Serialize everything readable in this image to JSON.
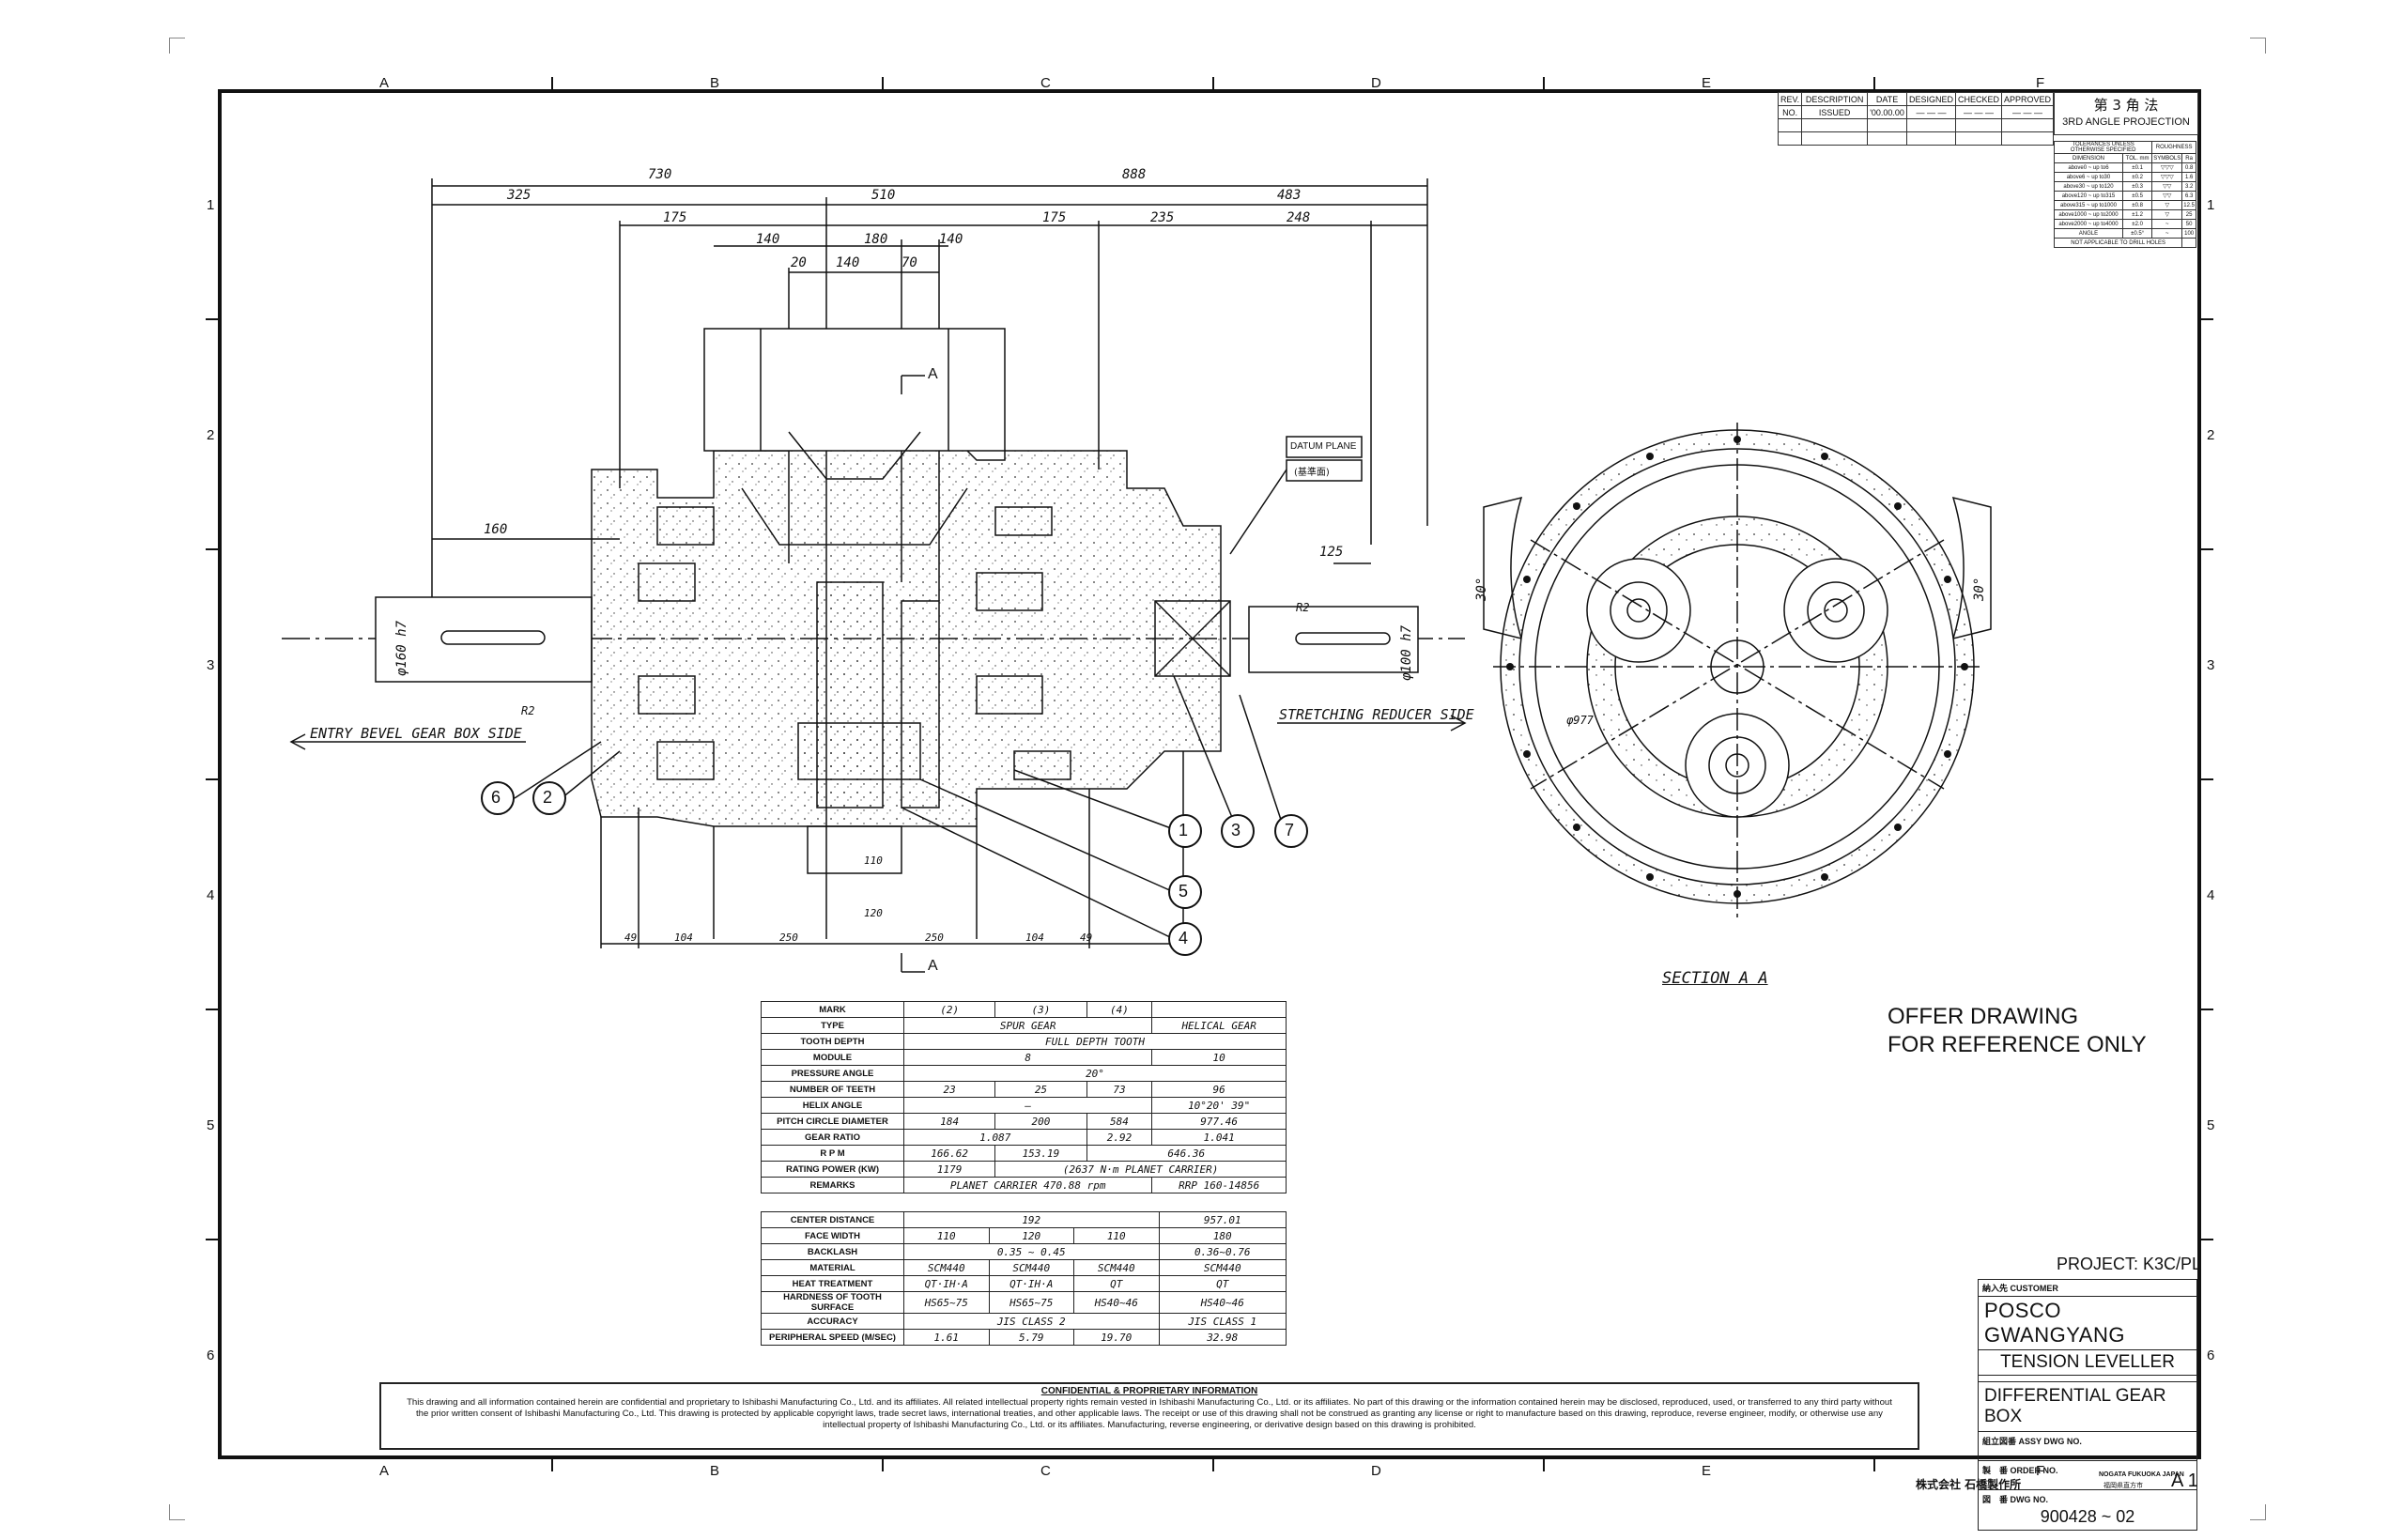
{
  "zones": {
    "cols": [
      "A",
      "B",
      "C",
      "D",
      "E",
      "F"
    ],
    "rows": [
      "1",
      "2",
      "3",
      "4",
      "5",
      "6"
    ]
  },
  "revision": {
    "headers": [
      "REV.",
      "DESCRIPTION",
      "DATE",
      "DESIGNED",
      "CHECKED",
      "APPROVED"
    ],
    "row": [
      "NO.",
      "ISSUED",
      "'00.00.00",
      "— — —",
      "— — —",
      "— — —"
    ]
  },
  "projection": {
    "kanji": "第 3 角 法",
    "label": "3RD ANGLE PROJECTION"
  },
  "tolerance": {
    "header_left": "TOLERANCES UNLESS OTHERWISE SPECIFIED",
    "header_right": "ROUGHNESS",
    "col_dim": "DIMENSION",
    "col_tol": "TOL. mm",
    "col_symbol": "SYMBOLS",
    "col_ra": "Ra",
    "rows": [
      [
        "above0 ~ up to6",
        "±0.1",
        "0.8"
      ],
      [
        "above6 ~ up to30",
        "±0.2",
        "1.6"
      ],
      [
        "above30 ~ up to120",
        "±0.3",
        "3.2"
      ],
      [
        "above120 ~ up to315",
        "±0.5",
        "6.3"
      ],
      [
        "above315 ~ up to1000",
        "±0.8",
        "12.5"
      ],
      [
        "above1000 ~ up to2000",
        "±1.2",
        "25"
      ],
      [
        "above2000 ~ up to4000",
        "±2.0",
        "50"
      ],
      [
        "ANGLE",
        "±0.5°",
        "100"
      ]
    ],
    "footer": "NOT APPLICABLE TO DRILL HOLES"
  },
  "drawing": {
    "section_label": "SECTION A A",
    "datum": "DATUM PLANE",
    "datum_sub": "(基準面)",
    "section_arrow": "A",
    "entry_side": "ENTRY BEVEL GEAR BOX SIDE",
    "stretch_side": "STRETCHING REDUCER SIDE",
    "dims": {
      "d730": "730",
      "d888": "888",
      "d325": "325",
      "d510": "510",
      "d483": "483",
      "d175a": "175",
      "d175b": "175",
      "d235": "235",
      "d248": "248",
      "d140a": "140",
      "d180": "180",
      "d140b": "140",
      "d20": "20",
      "d140c": "140",
      "d70": "70",
      "d160": "160",
      "d125": "125",
      "d49a": "49",
      "d104a": "104",
      "d250a": "250",
      "d250b": "250",
      "d104b": "104",
      "d49b": "49",
      "d120": "120",
      "d110": "110",
      "phi160": "φ160 h7",
      "phi100": "φ100 h7",
      "r2a": "R2",
      "r2b": "R2",
      "ang30a": "30°",
      "ang30b": "30°",
      "phi977": "φ977"
    },
    "bubbles": [
      "6",
      "2",
      "1",
      "3",
      "7",
      "5",
      "4"
    ]
  },
  "gear_table": {
    "marks": [
      "MARK",
      "(2)",
      "(3)",
      "(4)",
      ""
    ],
    "rows": [
      {
        "label": "TYPE",
        "vals": [
          "SPUR GEAR",
          "HELICAL GEAR"
        ]
      },
      {
        "label": "TOOTH DEPTH",
        "vals": [
          "FULL DEPTH TOOTH"
        ]
      },
      {
        "label": "MODULE",
        "vals": [
          "8",
          "10"
        ]
      },
      {
        "label": "PRESSURE ANGLE",
        "vals": [
          "20°"
        ]
      },
      {
        "label": "NUMBER OF TEETH",
        "vals": [
          "23",
          "25",
          "73",
          "96"
        ]
      },
      {
        "label": "HELIX ANGLE",
        "vals": [
          "—",
          "10°20' 39\""
        ]
      },
      {
        "label": "PITCH CIRCLE DIAMETER",
        "vals": [
          "184",
          "200",
          "584",
          "977.46"
        ]
      },
      {
        "label": "GEAR RATIO",
        "vals": [
          "1.087",
          "2.92",
          "1.041"
        ]
      },
      {
        "label": "R P M",
        "vals": [
          "166.62",
          "153.19",
          "646.36"
        ]
      },
      {
        "label": "RATING POWER (KW)",
        "vals": [
          "1179",
          "(2637 N·m PLANET CARRIER)"
        ]
      },
      {
        "label": "REMARKS",
        "vals": [
          "PLANET CARRIER 470.88 rpm",
          "RRP 160-14856"
        ]
      }
    ],
    "rows2": [
      {
        "label": "CENTER DISTANCE",
        "vals": [
          "192",
          "957.01"
        ]
      },
      {
        "label": "FACE WIDTH",
        "vals": [
          "110",
          "120",
          "110",
          "180"
        ]
      },
      {
        "label": "BACKLASH",
        "vals": [
          "0.35 ~ 0.45",
          "0.36~0.76"
        ]
      },
      {
        "label": "MATERIAL",
        "vals": [
          "SCM440",
          "SCM440",
          "SCM440",
          "SCM440"
        ]
      },
      {
        "label": "HEAT TREATMENT",
        "vals": [
          "QT·IH·A",
          "QT·IH·A",
          "QT",
          "QT"
        ]
      },
      {
        "label": "HARDNESS OF TOOTH SURFACE",
        "vals": [
          "HS65~75",
          "HS65~75",
          "HS40~46",
          "HS40~46"
        ]
      },
      {
        "label": "ACCURACY",
        "vals": [
          "JIS CLASS 2",
          "JIS CLASS 1"
        ]
      },
      {
        "label": "PERIPHERAL SPEED (M/SEC)",
        "vals": [
          "1.61",
          "5.79",
          "19.70",
          "32.98"
        ]
      }
    ]
  },
  "offer": {
    "line1": "OFFER DRAWING",
    "line2": "FOR REFERENCE ONLY"
  },
  "title_block": {
    "project": "PROJECT: K3C/PL",
    "customer_label": "納入先 CUSTOMER",
    "customer": "POSCO GWANGYANG",
    "equipment": "TENSION LEVELLER",
    "title": "DIFFERENTIAL GEAR BOX",
    "assy_label": "組立図番 ASSY DWG NO.",
    "order_label": "製　番 ORDER NO.",
    "dwg_label": "図　番 DWG NO.",
    "dwg_no": "900428 ~ 02",
    "company": "株式会社 石橋製作所",
    "location": "NOGATA FUKUOKA JAPAN",
    "location_jp": "福岡県直方市",
    "size": "A 1"
  },
  "confidential": {
    "heading": "CONFIDENTIAL & PROPRIETARY INFORMATION",
    "body": "This drawing and all information contained herein are confidential and proprietary to Ishibashi Manufacturing Co., Ltd. and its affiliates. All related intellectual property rights remain vested in Ishibashi Manufacturing Co., Ltd. or its affiliates. No part of this drawing or the information contained herein may be disclosed, reproduced, used, or transferred to any third party without the prior written consent of Ishibashi Manufacturing Co., Ltd. This drawing is protected by applicable copyright laws, trade secret laws, international treaties, and other applicable laws. The receipt or use of this drawing shall not be construed as granting any license or right to manufacture based on this drawing, reproduce, reverse engineer, modify, or otherwise use any intellectual property of Ishibashi Manufacturing Co., Ltd. or its affiliates. Manufacturing, reverse engineering, or derivative design based on this drawing is prohibited."
  }
}
